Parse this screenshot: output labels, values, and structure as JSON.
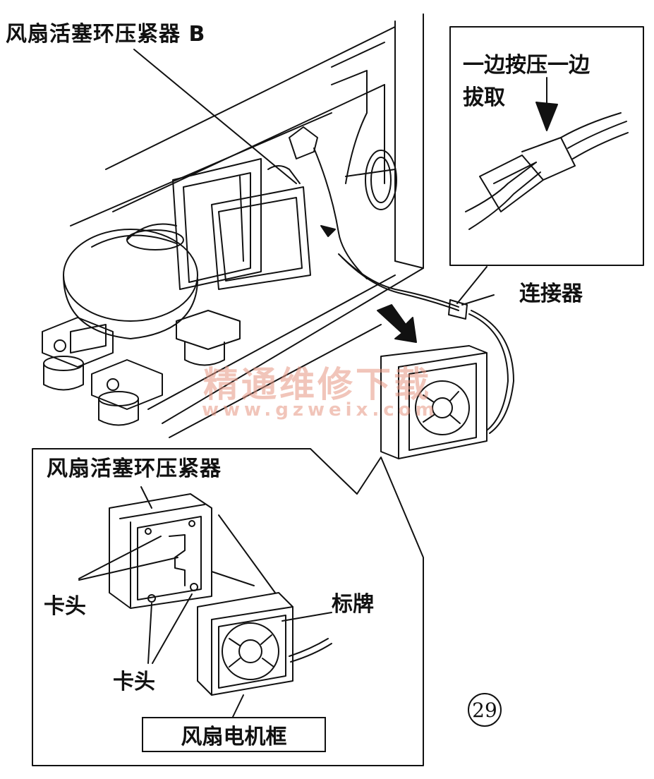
{
  "labels": {
    "fan_cover_b": "风扇活塞环压紧器 B",
    "inset_instruction_line1": "一边按压一边",
    "inset_instruction_line2": "拔取",
    "connector": "连接器",
    "fan_cover": "风扇活塞环压紧器",
    "latch_top": "卡头",
    "latch_bottom": "卡头",
    "nameplate": "标牌",
    "fan_motor_frame": "风扇电机框"
  },
  "figure_number": "29",
  "watermark": {
    "text_cn": "精通维修下载",
    "url": "www.gzweix.com"
  }
}
